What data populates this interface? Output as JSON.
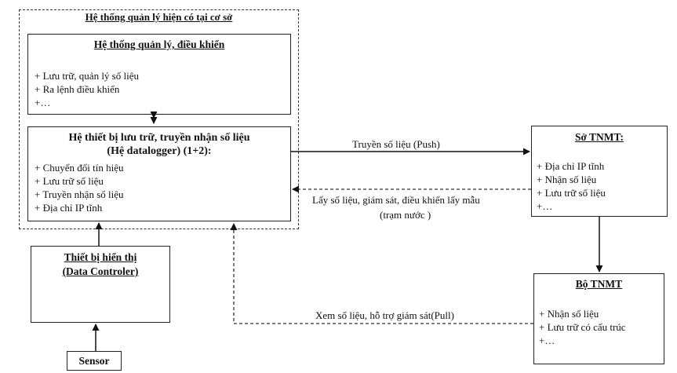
{
  "outer": {
    "title": "Hệ thống quản lý hiện có tại cơ sở"
  },
  "management": {
    "title": "Hệ thống quản lý, điều khiển",
    "items": [
      "+ Lưu trữ, quản lý số liệu",
      "+ Ra lệnh điều khiển",
      "+…"
    ]
  },
  "datalogger": {
    "title_line1": "Hệ thiết bị lưu trữ, truyền nhận số liệu",
    "title_line2": "(Hệ datalogger) (1+2):",
    "items": [
      "+ Chuyển đổi tín hiệu",
      "+ Lưu trữ số liệu",
      "+ Truyền nhận số liệu",
      "+ Địa chỉ IP tĩnh"
    ]
  },
  "display": {
    "title_line1": "Thiết bị hiển thị",
    "title_line2": "(Data Controler)"
  },
  "sensor": {
    "label": "Sensor"
  },
  "so_tnmt": {
    "title": "Sở TNMT:",
    "items": [
      "+ Địa chỉ IP tĩnh",
      "+ Nhận số liệu",
      "+ Lưu trữ số liệu",
      "+…"
    ]
  },
  "bo_tnmt": {
    "title": "Bộ TNMT",
    "items": [
      "+ Nhận số liệu",
      "+ Lưu trữ có cấu trúc",
      "+…"
    ]
  },
  "edges": {
    "push": "Truyền số liệu (Push)",
    "control_line1": "Lấy số liệu, giám sát, điều khiển lấy mẫu",
    "control_line2": "(trạm nước )",
    "pull": "Xem số liệu, hỗ trợ giám sát(Pull)"
  }
}
